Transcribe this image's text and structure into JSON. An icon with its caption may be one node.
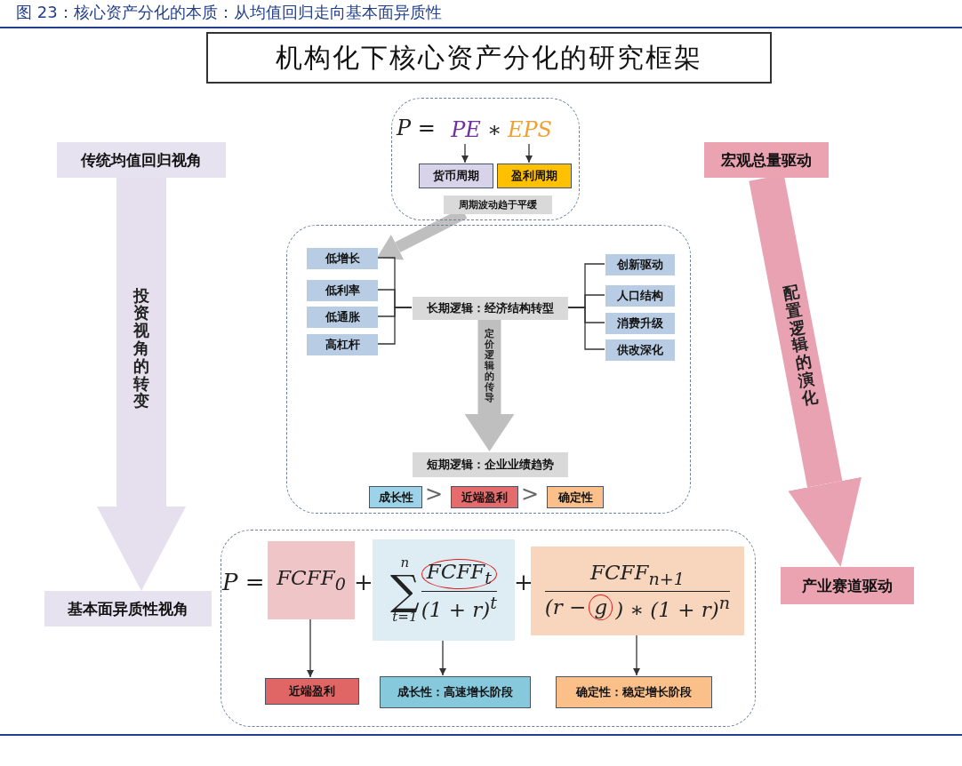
{
  "diagram": {
    "title": "图 23：核心资产分化的本质：从均值回归走向基本面异质性",
    "nodes": [
      {
        "text": [
          "机构化下核心资产分化的研究框架"
        ]
      },
      {
        "text": [],
        "shape": "box"
      },
      {
        "text": [
          "PE"
        ],
        "in": 1
      },
      {
        "text": [
          "EPS"
        ],
        "in": 1
      },
      {
        "text": [
          "货币周期"
        ],
        "in": 1
      },
      {
        "text": [
          "盈利周期"
        ],
        "in": 1
      },
      {
        "text": [
          "周期波动趋于平缓"
        ],
        "in": 1
      },
      {
        "text": [],
        "shape": "box"
      },
      {
        "text": [
          "低增长"
        ],
        "in": 7
      },
      {
        "text": [
          "低利率"
        ],
        "in": 7
      },
      {
        "text": [
          "低通胀"
        ],
        "in": 7
      },
      {
        "text": [
          "高杠杆"
        ],
        "in": 7
      },
      {
        "text": [
          "长期逻辑：经济结构转型"
        ],
        "in": 7
      },
      {
        "text": [
          "创新驱动"
        ],
        "in": 7
      },
      {
        "text": [
          "人口结构"
        ],
        "in": 7
      },
      {
        "text": [
          "消费升级"
        ],
        "in": 7
      },
      {
        "text": [
          "供改深化"
        ],
        "in": 7
      },
      {
        "text": [
          "短期逻辑：企业业绩趋势"
        ],
        "in": 7
      },
      {
        "text": [
          "成长性"
        ],
        "in": 7
      },
      {
        "text": [
          "近端盈利"
        ],
        "in": 7
      },
      {
        "text": [
          "确定性"
        ],
        "in": 7
      },
      {
        "text": [],
        "shape": "box"
      },
      {
        "text": [
          "FCFF$_{0}$"
        ],
        "in": 21
      },
      {
        "text": [
          "n",
          "∑",
          "t=1",
          "FCFF$_{t}$",
          "(1 + r)$^{t}$"
        ],
        "in": 21
      },
      {
        "text": [
          "FCFF$_{n+1}$",
          "(r −",
          "g",
          ") ∗ (1 + r)$^{n}$"
        ],
        "in": 21
      },
      {
        "text": [
          "近端盈利"
        ],
        "in": 21
      },
      {
        "text": [
          "成长性：高速增长阶段"
        ],
        "in": 21
      },
      {
        "text": [
          "确定性：稳定增长阶段"
        ],
        "in": 21
      },
      {
        "text": [
          "传统均值回归视角"
        ]
      },
      {
        "text": [
          "基本面异质性视角"
        ]
      },
      {
        "text": [
          "宏观总量驱动"
        ]
      },
      {
        "text": [
          "产业赛道驱动"
        ]
      }
    ],
    "edges": [
      {
        "from": 2,
        "to": 4,
        "arrow": "to"
      },
      {
        "from": 3,
        "to": 5,
        "arrow": "to"
      },
      {
        "from": 6,
        "to": 8,
        "arrow": "to",
        "style": "thick",
        "color": "#bfbfbf"
      },
      {
        "from": 12,
        "to": 8,
        "arrow": "none"
      },
      {
        "from": 12,
        "to": 9,
        "arrow": "none"
      },
      {
        "from": 12,
        "to": 10,
        "arrow": "none"
      },
      {
        "from": 12,
        "to": 11,
        "arrow": "none"
      },
      {
        "from": 12,
        "to": 13,
        "arrow": "none"
      },
      {
        "from": 12,
        "to": 14,
        "arrow": "none"
      },
      {
        "from": 12,
        "to": 15,
        "arrow": "none"
      },
      {
        "from": 12,
        "to": 16,
        "arrow": "none"
      },
      {
        "from": 12,
        "to": 17,
        "arrow": "to",
        "label": "定价逻辑的传导",
        "style": "thick",
        "color": "#bfbfbf"
      },
      {
        "from": 22,
        "to": 25,
        "arrow": "to"
      },
      {
        "from": 23,
        "to": 26,
        "arrow": "to"
      },
      {
        "from": 24,
        "to": 27,
        "arrow": "to"
      },
      {
        "from": 28,
        "to": 29,
        "arrow": "to",
        "label": "投资视角的转变",
        "style": "thick",
        "color": "#e6e0ee"
      },
      {
        "from": 30,
        "to": 31,
        "arrow": "to",
        "label": "配置逻辑的演化",
        "style": "thick",
        "color": "#e8a2b2"
      }
    ],
    "labels": [
      "P =",
      "∗",
      ">",
      ">",
      "P =",
      "+",
      "+"
    ]
  }
}
